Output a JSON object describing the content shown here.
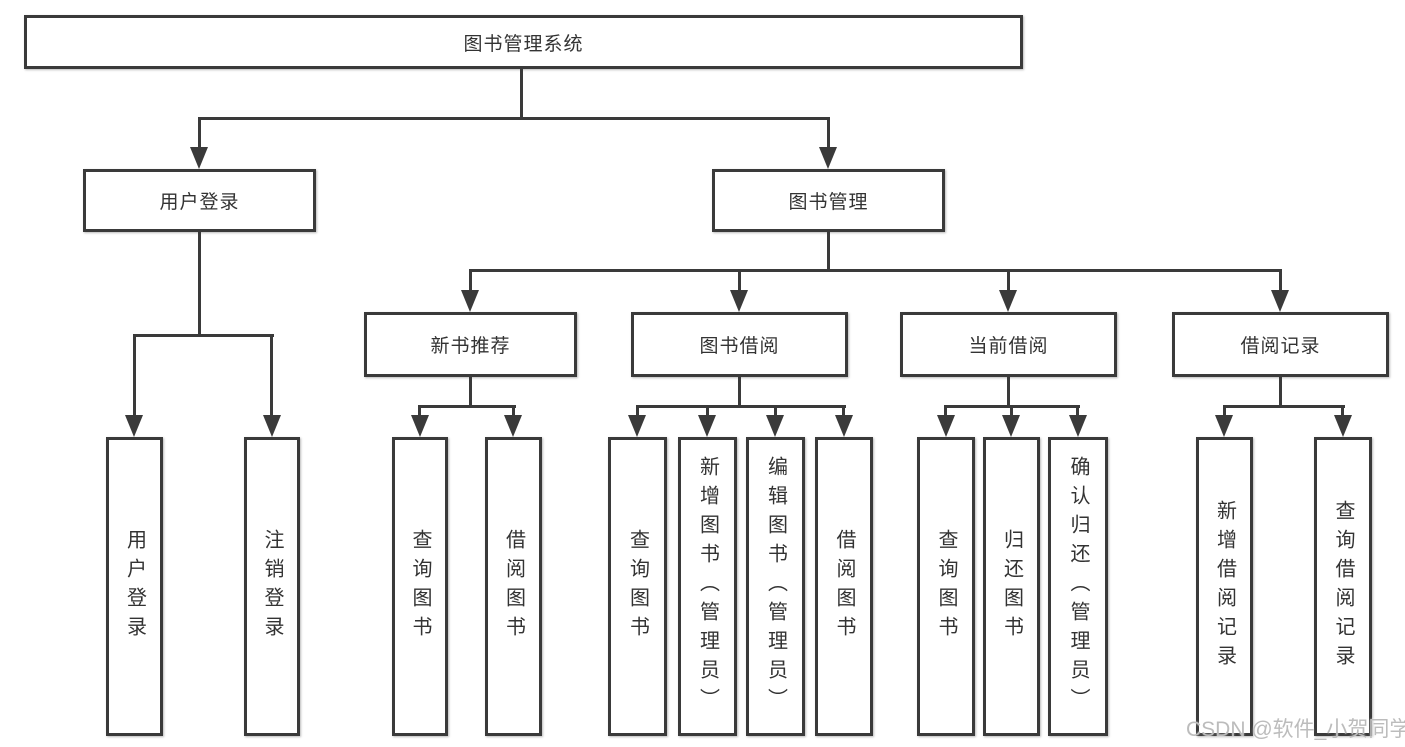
{
  "tree": {
    "root": {
      "label": "图书管理系统"
    },
    "children": [
      {
        "label": "用户登录",
        "children": [
          {
            "label": "用户登录"
          },
          {
            "label": "注销登录"
          }
        ]
      },
      {
        "label": "图书管理",
        "children": [
          {
            "label": "新书推荐",
            "children": [
              {
                "label": "查询图书"
              },
              {
                "label": "借阅图书"
              }
            ]
          },
          {
            "label": "图书借阅",
            "children": [
              {
                "label": "查询图书"
              },
              {
                "label": "新增图书（管理员）"
              },
              {
                "label": "编辑图书（管理员）"
              },
              {
                "label": "借阅图书"
              }
            ]
          },
          {
            "label": "当前借阅",
            "children": [
              {
                "label": "查询图书"
              },
              {
                "label": "归还图书"
              },
              {
                "label": "确认归还（管理员）"
              }
            ]
          },
          {
            "label": "借阅记录",
            "children": [
              {
                "label": "新增借阅记录"
              },
              {
                "label": "查询借阅记录"
              }
            ]
          }
        ]
      }
    ]
  },
  "watermark": {
    "text": "CSDN @软件_小贺同学"
  },
  "colors": {
    "line": "#3a3a3a",
    "text": "#333333",
    "watermark": "#bcbcbc",
    "background": "#ffffff"
  }
}
